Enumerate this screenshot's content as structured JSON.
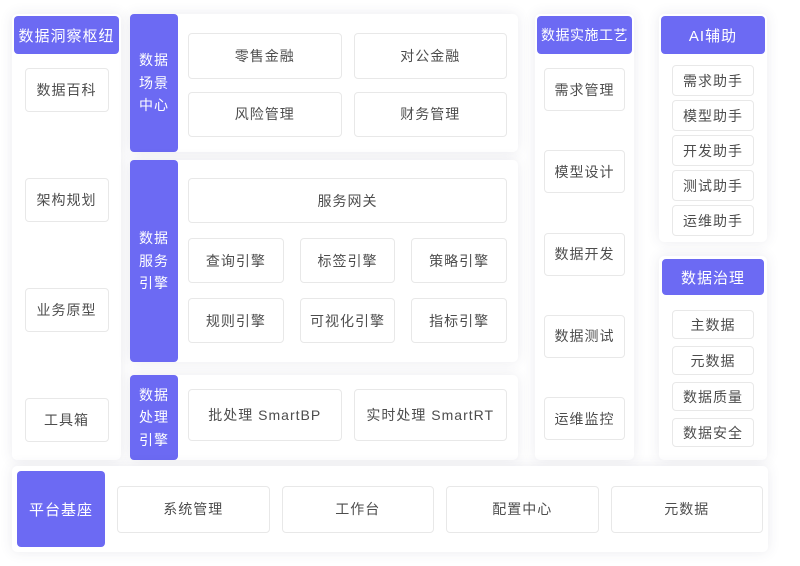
{
  "colors": {
    "accent": "#6c6af3",
    "box_border": "#e8e8e8",
    "text": "#4d4d4d"
  },
  "insight_hub": {
    "title": "数据洞察枢纽",
    "items": [
      "数据百科",
      "架构规划",
      "业务原型",
      "工具箱"
    ]
  },
  "scene_center": {
    "label": "数据\n场景\n中心",
    "items": [
      "零售金融",
      "对公金融",
      "风险管理",
      "财务管理"
    ]
  },
  "service_engine": {
    "label": "数据\n服务\n引擎",
    "gateway": "服务网关",
    "items": [
      "查询引擎",
      "标签引擎",
      "策略引擎",
      "规则引擎",
      "可视化引擎",
      "指标引擎"
    ]
  },
  "processing_engine": {
    "label": "数据\n处理\n引擎",
    "items": [
      "批处理 SmartBP",
      "实时处理 SmartRT"
    ]
  },
  "implementation": {
    "title": "数据实施工艺",
    "items": [
      "需求管理",
      "模型设计",
      "数据开发",
      "数据测试",
      "运维监控"
    ]
  },
  "ai_assist": {
    "title": "AI辅助",
    "items": [
      "需求助手",
      "模型助手",
      "开发助手",
      "测试助手",
      "运维助手"
    ]
  },
  "governance": {
    "title": "数据治理",
    "items": [
      "主数据",
      "元数据",
      "数据质量",
      "数据安全"
    ]
  },
  "platform_base": {
    "title": "平台基座",
    "items": [
      "系统管理",
      "工作台",
      "配置中心",
      "元数据"
    ]
  }
}
